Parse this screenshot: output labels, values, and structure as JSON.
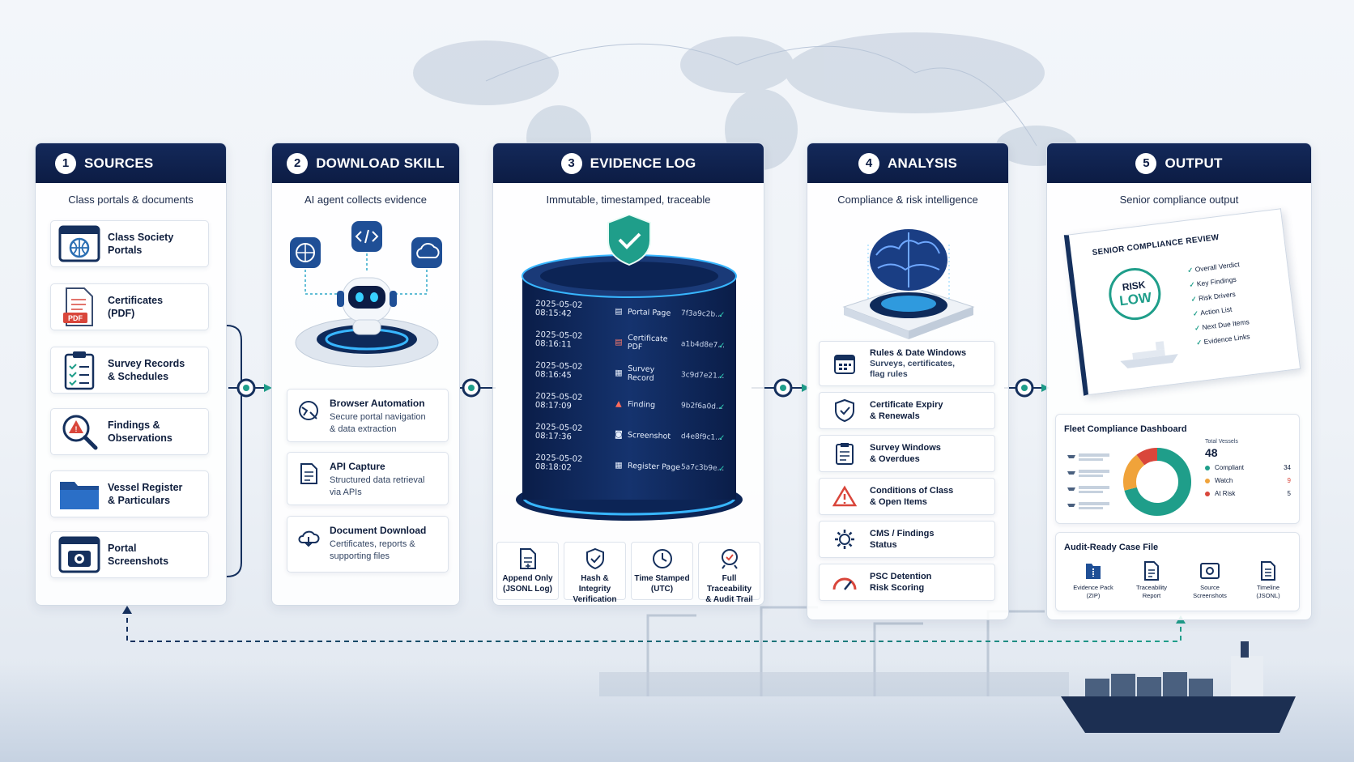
{
  "stages": [
    {
      "num": "1",
      "title": "SOURCES",
      "subtitle": "Class portals & documents"
    },
    {
      "num": "2",
      "title": "DOWNLOAD SKILL",
      "subtitle": "AI agent collects evidence"
    },
    {
      "num": "3",
      "title": "EVIDENCE LOG",
      "subtitle": "Immutable, timestamped, traceable"
    },
    {
      "num": "4",
      "title": "ANALYSIS",
      "subtitle": "Compliance & risk intelligence"
    },
    {
      "num": "5",
      "title": "OUTPUT",
      "subtitle": "Senior compliance output"
    }
  ],
  "sources": [
    {
      "line1": "Class Society",
      "line2": "Portals",
      "icon": "globe-window-icon"
    },
    {
      "line1": "Certificates",
      "line2": "(PDF)",
      "icon": "pdf-icon"
    },
    {
      "line1": "Survey Records",
      "line2": "& Schedules",
      "icon": "clipboard-icon"
    },
    {
      "line1": "Findings &",
      "line2": "Observations",
      "icon": "magnifier-warning-icon"
    },
    {
      "line1": "Vessel Register",
      "line2": "& Particulars",
      "icon": "folder-icon"
    },
    {
      "line1": "Portal",
      "line2": "Screenshots",
      "icon": "camera-icon"
    }
  ],
  "skills": [
    {
      "title": "Browser Automation",
      "l1": "Secure portal navigation",
      "l2": "& data extraction",
      "icon": "browser-robot-icon"
    },
    {
      "title": "API Capture",
      "l1": "Structured data retrieval",
      "l2": "via APIs",
      "icon": "document-api-icon"
    },
    {
      "title": "Document Download",
      "l1": "Certificates, reports &",
      "l2": "supporting files",
      "icon": "cloud-download-icon"
    }
  ],
  "log": [
    {
      "ts": "2025-05-02 08:15:42",
      "name": "Portal Page",
      "hash": "7f3a9c2b...",
      "icon": "page-icon"
    },
    {
      "ts": "2025-05-02 08:16:11",
      "name": "Certificate PDF",
      "hash": "a1b4d8e7...",
      "icon": "pdf-icon"
    },
    {
      "ts": "2025-05-02 08:16:45",
      "name": "Survey Record",
      "hash": "3c9d7e21...",
      "icon": "list-icon"
    },
    {
      "ts": "2025-05-02 08:17:09",
      "name": "Finding",
      "hash": "9b2f6a0d...",
      "icon": "warning-icon"
    },
    {
      "ts": "2025-05-02 08:17:36",
      "name": "Screenshot",
      "hash": "d4e8f9c1...",
      "icon": "camera-icon"
    },
    {
      "ts": "2025-05-02 08:18:02",
      "name": "Register Page",
      "hash": "5a7c3b9e...",
      "icon": "list-icon"
    }
  ],
  "log_features": [
    {
      "l1": "Append Only",
      "l2": "(JSONL Log)",
      "icon": "append-icon"
    },
    {
      "l1": "Hash & Integrity",
      "l2": "Verification",
      "icon": "shield-check-icon"
    },
    {
      "l1": "Time Stamped",
      "l2": "(UTC)",
      "icon": "clock-icon"
    },
    {
      "l1": "Full Traceability",
      "l2": "& Audit Trail",
      "icon": "trace-icon"
    }
  ],
  "analysis": [
    {
      "l1": "Rules & Date Windows",
      "d1": "Surveys, certificates,",
      "d2": "flag rules",
      "icon": "calendar-icon"
    },
    {
      "l1": "Certificate Expiry",
      "l2": "& Renewals",
      "icon": "shield-check-icon"
    },
    {
      "l1": "Survey Windows",
      "l2": "& Overdues",
      "icon": "clipboard-icon"
    },
    {
      "l1": "Conditions of Class",
      "l2": "& Open Items",
      "icon": "warning-icon"
    },
    {
      "l1": "CMS / Findings",
      "l2": "Status",
      "icon": "gear-icon"
    },
    {
      "l1": "PSC Detention",
      "l2": "Risk Scoring",
      "icon": "gauge-icon"
    }
  ],
  "review": {
    "title": "SENIOR COMPLIANCE REVIEW",
    "risk_label": "RISK",
    "risk_value": "LOW",
    "items": [
      "Overall Verdict",
      "Key Findings",
      "Risk Drivers",
      "Action List",
      "Next Due Items",
      "Evidence Links"
    ]
  },
  "dashboard": {
    "title": "Fleet Compliance Dashboard",
    "total_label": "Total Vessels",
    "total": "48",
    "legend": [
      {
        "label": "Compliant",
        "value": "34",
        "color": "#1f9e8a"
      },
      {
        "label": "Watch",
        "value": "9",
        "color": "#f0a33a"
      },
      {
        "label": "At Risk",
        "value": "5",
        "color": "#d9463b"
      }
    ]
  },
  "chart_data": {
    "type": "pie",
    "categories": [
      "Compliant",
      "Watch",
      "At Risk"
    ],
    "values": [
      34,
      9,
      5
    ]
  },
  "casefile": {
    "title": "Audit-Ready Case File",
    "items": [
      {
        "l1": "Evidence Pack",
        "l2": "(ZIP)",
        "icon": "zip-folder-icon"
      },
      {
        "l1": "Traceability",
        "l2": "Report",
        "icon": "report-icon"
      },
      {
        "l1": "Source",
        "l2": "Screenshots",
        "icon": "screenshot-icon"
      },
      {
        "l1": "Timeline",
        "l2": "(JSONL)",
        "icon": "timeline-doc-icon"
      }
    ]
  },
  "colors": {
    "navy": "#0c1c44",
    "teal": "#1f9e8a",
    "accent": "#2fa7c9"
  }
}
